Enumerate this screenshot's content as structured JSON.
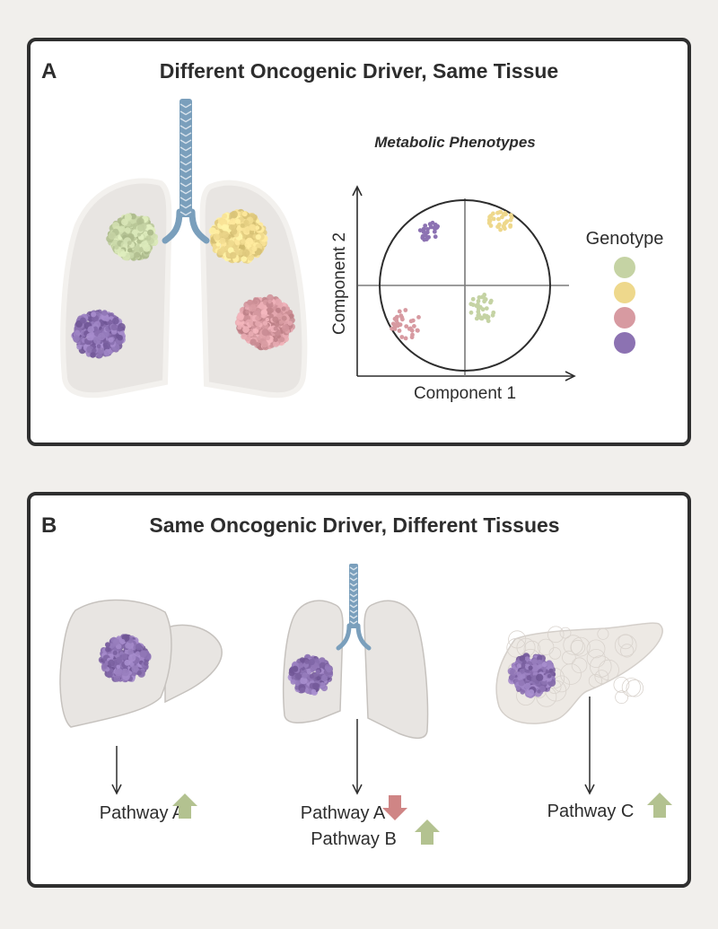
{
  "panel_a": {
    "letter": "A",
    "title": "Different Oncogenic Driver, Same Tissue",
    "plot_title": "Metabolic Phenotypes",
    "xlabel": "Component 1",
    "ylabel": "Component 2",
    "legend_title": "Genotype",
    "genotypes": [
      {
        "color": "#c5d3a4"
      },
      {
        "color": "#eed88c"
      },
      {
        "color": "#d79aa1"
      },
      {
        "color": "#8c72b2"
      }
    ]
  },
  "panel_b": {
    "letter": "B",
    "title": "Same Oncogenic Driver, Different Tissues",
    "tissues": [
      {
        "organ": "liver-icon",
        "pathways": [
          {
            "label": "Pathway A",
            "direction": "up"
          }
        ]
      },
      {
        "organ": "lungs-icon",
        "pathways": [
          {
            "label": "Pathway A",
            "direction": "down"
          },
          {
            "label": "Pathway B",
            "direction": "up"
          }
        ]
      },
      {
        "organ": "pancreas-icon",
        "pathways": [
          {
            "label": "Pathway C",
            "direction": "up"
          }
        ]
      }
    ]
  },
  "colors": {
    "up_arrow": "#b3c290",
    "down_arrow": "#cf8585",
    "trachea": "#7a9fbc",
    "organ_fill": "#e8e5e2"
  }
}
